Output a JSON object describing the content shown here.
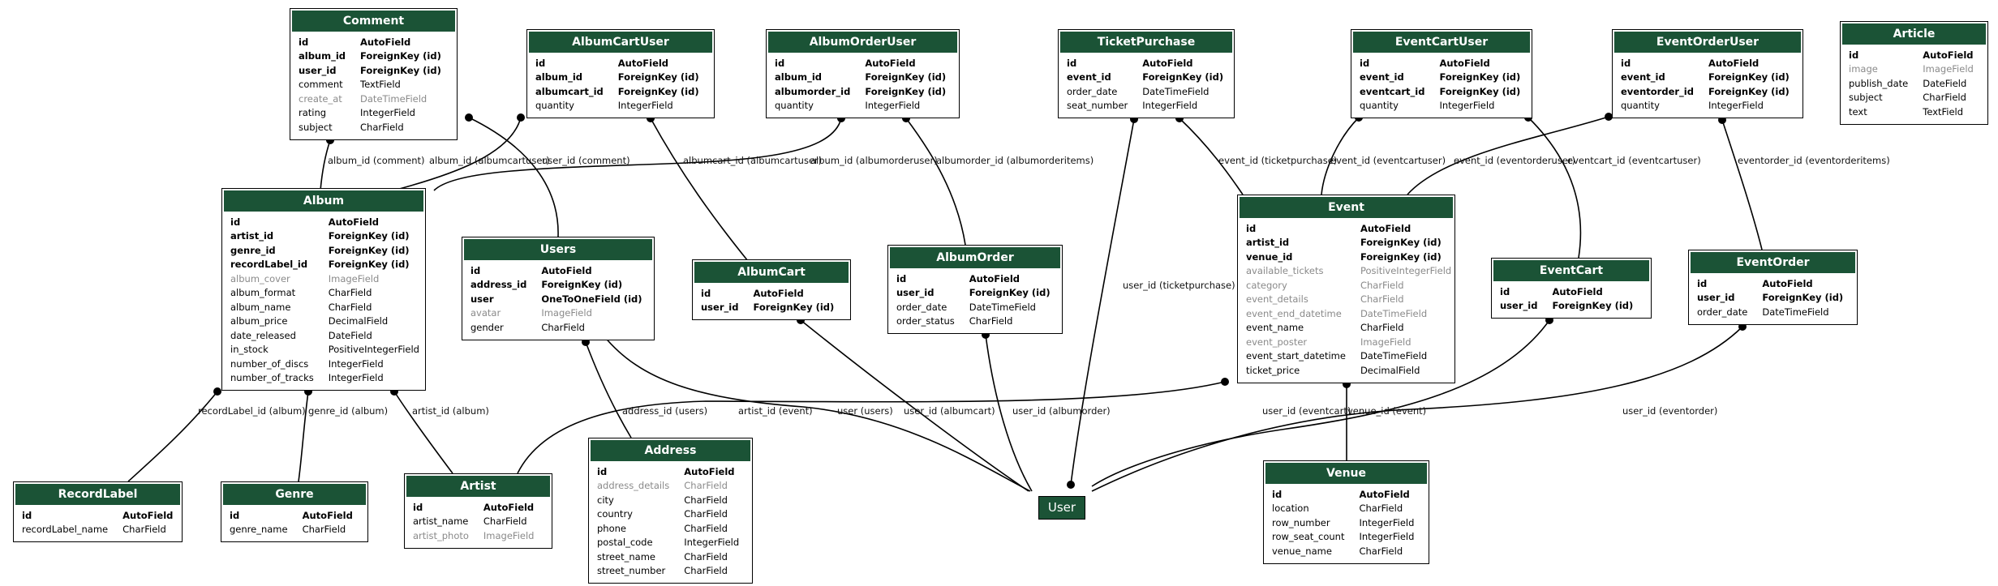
{
  "entities": {
    "comment": {
      "title": "Comment",
      "fields": [
        {
          "name": "id",
          "type": "AutoField",
          "kind": "pk"
        },
        {
          "name": "album_id",
          "type": "ForeignKey (id)",
          "kind": "fk"
        },
        {
          "name": "user_id",
          "type": "ForeignKey (id)",
          "kind": "fk"
        },
        {
          "name": "comment",
          "type": "TextField",
          "kind": ""
        },
        {
          "name": "create_at",
          "type": "DateTimeField",
          "kind": "opt"
        },
        {
          "name": "rating",
          "type": "IntegerField",
          "kind": ""
        },
        {
          "name": "subject",
          "type": "CharField",
          "kind": ""
        }
      ]
    },
    "album_cart_user": {
      "title": "AlbumCartUser",
      "fields": [
        {
          "name": "id",
          "type": "AutoField",
          "kind": "pk"
        },
        {
          "name": "album_id",
          "type": "ForeignKey (id)",
          "kind": "fk"
        },
        {
          "name": "albumcart_id",
          "type": "ForeignKey (id)",
          "kind": "fk"
        },
        {
          "name": "quantity",
          "type": "IntegerField",
          "kind": ""
        }
      ]
    },
    "album_order_user": {
      "title": "AlbumOrderUser",
      "fields": [
        {
          "name": "id",
          "type": "AutoField",
          "kind": "pk"
        },
        {
          "name": "album_id",
          "type": "ForeignKey (id)",
          "kind": "fk"
        },
        {
          "name": "albumorder_id",
          "type": "ForeignKey (id)",
          "kind": "fk"
        },
        {
          "name": "quantity",
          "type": "IntegerField",
          "kind": ""
        }
      ]
    },
    "ticket_purchase": {
      "title": "TicketPurchase",
      "fields": [
        {
          "name": "id",
          "type": "AutoField",
          "kind": "pk"
        },
        {
          "name": "event_id",
          "type": "ForeignKey (id)",
          "kind": "fk"
        },
        {
          "name": "order_date",
          "type": "DateTimeField",
          "kind": ""
        },
        {
          "name": "seat_number",
          "type": "IntegerField",
          "kind": ""
        }
      ]
    },
    "event_cart_user": {
      "title": "EventCartUser",
      "fields": [
        {
          "name": "id",
          "type": "AutoField",
          "kind": "pk"
        },
        {
          "name": "event_id",
          "type": "ForeignKey (id)",
          "kind": "fk"
        },
        {
          "name": "eventcart_id",
          "type": "ForeignKey (id)",
          "kind": "fk"
        },
        {
          "name": "quantity",
          "type": "IntegerField",
          "kind": ""
        }
      ]
    },
    "event_order_user": {
      "title": "EventOrderUser",
      "fields": [
        {
          "name": "id",
          "type": "AutoField",
          "kind": "pk"
        },
        {
          "name": "event_id",
          "type": "ForeignKey (id)",
          "kind": "fk"
        },
        {
          "name": "eventorder_id",
          "type": "ForeignKey (id)",
          "kind": "fk"
        },
        {
          "name": "quantity",
          "type": "IntegerField",
          "kind": ""
        }
      ]
    },
    "article": {
      "title": "Article",
      "fields": [
        {
          "name": "id",
          "type": "AutoField",
          "kind": "pk"
        },
        {
          "name": "image",
          "type": "ImageField",
          "kind": "opt"
        },
        {
          "name": "publish_date",
          "type": "DateField",
          "kind": ""
        },
        {
          "name": "subject",
          "type": "CharField",
          "kind": ""
        },
        {
          "name": "text",
          "type": "TextField",
          "kind": ""
        }
      ]
    },
    "album": {
      "title": "Album",
      "fields": [
        {
          "name": "id",
          "type": "AutoField",
          "kind": "pk"
        },
        {
          "name": "artist_id",
          "type": "ForeignKey (id)",
          "kind": "fk"
        },
        {
          "name": "genre_id",
          "type": "ForeignKey (id)",
          "kind": "fk"
        },
        {
          "name": "recordLabel_id",
          "type": "ForeignKey (id)",
          "kind": "fk"
        },
        {
          "name": "album_cover",
          "type": "ImageField",
          "kind": "opt"
        },
        {
          "name": "album_format",
          "type": "CharField",
          "kind": ""
        },
        {
          "name": "album_name",
          "type": "CharField",
          "kind": ""
        },
        {
          "name": "album_price",
          "type": "DecimalField",
          "kind": ""
        },
        {
          "name": "date_released",
          "type": "DateField",
          "kind": ""
        },
        {
          "name": "in_stock",
          "type": "PositiveIntegerField",
          "kind": ""
        },
        {
          "name": "number_of_discs",
          "type": "IntegerField",
          "kind": ""
        },
        {
          "name": "number_of_tracks",
          "type": "IntegerField",
          "kind": ""
        }
      ]
    },
    "users": {
      "title": "Users",
      "fields": [
        {
          "name": "id",
          "type": "AutoField",
          "kind": "pk"
        },
        {
          "name": "address_id",
          "type": "ForeignKey (id)",
          "kind": "fk"
        },
        {
          "name": "user",
          "type": "OneToOneField (id)",
          "kind": "fk"
        },
        {
          "name": "avatar",
          "type": "ImageField",
          "kind": "opt"
        },
        {
          "name": "gender",
          "type": "CharField",
          "kind": ""
        }
      ]
    },
    "album_cart": {
      "title": "AlbumCart",
      "fields": [
        {
          "name": "id",
          "type": "AutoField",
          "kind": "pk"
        },
        {
          "name": "user_id",
          "type": "ForeignKey (id)",
          "kind": "fk"
        }
      ]
    },
    "album_order": {
      "title": "AlbumOrder",
      "fields": [
        {
          "name": "id",
          "type": "AutoField",
          "kind": "pk"
        },
        {
          "name": "user_id",
          "type": "ForeignKey (id)",
          "kind": "fk"
        },
        {
          "name": "order_date",
          "type": "DateTimeField",
          "kind": ""
        },
        {
          "name": "order_status",
          "type": "CharField",
          "kind": ""
        }
      ]
    },
    "event": {
      "title": "Event",
      "fields": [
        {
          "name": "id",
          "type": "AutoField",
          "kind": "pk"
        },
        {
          "name": "artist_id",
          "type": "ForeignKey (id)",
          "kind": "fk"
        },
        {
          "name": "venue_id",
          "type": "ForeignKey (id)",
          "kind": "fk"
        },
        {
          "name": "available_tickets",
          "type": "PositiveIntegerField",
          "kind": "opt"
        },
        {
          "name": "category",
          "type": "CharField",
          "kind": "opt"
        },
        {
          "name": "event_details",
          "type": "CharField",
          "kind": "opt"
        },
        {
          "name": "event_end_datetime",
          "type": "DateTimeField",
          "kind": "opt"
        },
        {
          "name": "event_name",
          "type": "CharField",
          "kind": ""
        },
        {
          "name": "event_poster",
          "type": "ImageField",
          "kind": "opt"
        },
        {
          "name": "event_start_datetime",
          "type": "DateTimeField",
          "kind": ""
        },
        {
          "name": "ticket_price",
          "type": "DecimalField",
          "kind": ""
        }
      ]
    },
    "event_cart": {
      "title": "EventCart",
      "fields": [
        {
          "name": "id",
          "type": "AutoField",
          "kind": "pk"
        },
        {
          "name": "user_id",
          "type": "ForeignKey (id)",
          "kind": "fk"
        }
      ]
    },
    "event_order": {
      "title": "EventOrder",
      "fields": [
        {
          "name": "id",
          "type": "AutoField",
          "kind": "pk"
        },
        {
          "name": "user_id",
          "type": "ForeignKey (id)",
          "kind": "fk"
        },
        {
          "name": "order_date",
          "type": "DateTimeField",
          "kind": ""
        }
      ]
    },
    "record_label": {
      "title": "RecordLabel",
      "fields": [
        {
          "name": "id",
          "type": "AutoField",
          "kind": "pk"
        },
        {
          "name": "recordLabel_name",
          "type": "CharField",
          "kind": ""
        }
      ]
    },
    "genre": {
      "title": "Genre",
      "fields": [
        {
          "name": "id",
          "type": "AutoField",
          "kind": "pk"
        },
        {
          "name": "genre_name",
          "type": "CharField",
          "kind": ""
        }
      ]
    },
    "artist": {
      "title": "Artist",
      "fields": [
        {
          "name": "id",
          "type": "AutoField",
          "kind": "pk"
        },
        {
          "name": "artist_name",
          "type": "CharField",
          "kind": ""
        },
        {
          "name": "artist_photo",
          "type": "ImageField",
          "kind": "opt"
        }
      ]
    },
    "address": {
      "title": "Address",
      "fields": [
        {
          "name": "id",
          "type": "AutoField",
          "kind": "pk"
        },
        {
          "name": "address_details",
          "type": "CharField",
          "kind": "opt"
        },
        {
          "name": "city",
          "type": "CharField",
          "kind": ""
        },
        {
          "name": "country",
          "type": "CharField",
          "kind": ""
        },
        {
          "name": "phone",
          "type": "CharField",
          "kind": ""
        },
        {
          "name": "postal_code",
          "type": "IntegerField",
          "kind": ""
        },
        {
          "name": "street_name",
          "type": "CharField",
          "kind": ""
        },
        {
          "name": "street_number",
          "type": "CharField",
          "kind": ""
        }
      ]
    },
    "venue": {
      "title": "Venue",
      "fields": [
        {
          "name": "id",
          "type": "AutoField",
          "kind": "pk"
        },
        {
          "name": "location",
          "type": "CharField",
          "kind": ""
        },
        {
          "name": "row_number",
          "type": "IntegerField",
          "kind": ""
        },
        {
          "name": "row_seat_count",
          "type": "IntegerField",
          "kind": ""
        },
        {
          "name": "venue_name",
          "type": "CharField",
          "kind": ""
        }
      ]
    }
  },
  "user_node": {
    "label": "User"
  },
  "edge_labels": {
    "album_comment": "album_id (comment)",
    "album_albumcartuser": "album_id (albumcartuser)",
    "user_comment": "user_id (comment)",
    "albumcart_albumcartuser": "albumcart_id (albumcartuser)",
    "album_albumorderuser": "album_id (albumorderuser)",
    "albumorder_albumorderitems": "albumorder_id (albumorderitems)",
    "event_ticketpurchase": "event_id (ticketpurchase)",
    "event_eventcartuser": "event_id (eventcartuser)",
    "event_eventorderuser": "event_id (eventorderuser)",
    "eventcart_eventcartuser": "eventcart_id (eventcartuser)",
    "eventorder_eventorderitems": "eventorder_id (eventorderitems)",
    "user_ticketpurchase": "user_id (ticketpurchase)",
    "recordlabel_album": "recordLabel_id (album)",
    "genre_album": "genre_id (album)",
    "artist_album": "artist_id (album)",
    "address_users": "address_id (users)",
    "artist_event": "artist_id (event)",
    "user_users": "user (users)",
    "user_albumcart": "user_id (albumcart)",
    "user_albumorder": "user_id (albumorder)",
    "user_eventcart": "user_id (eventcart)",
    "venue_event": "venue_id (event)",
    "user_eventorder": "user_id (eventorder)"
  }
}
